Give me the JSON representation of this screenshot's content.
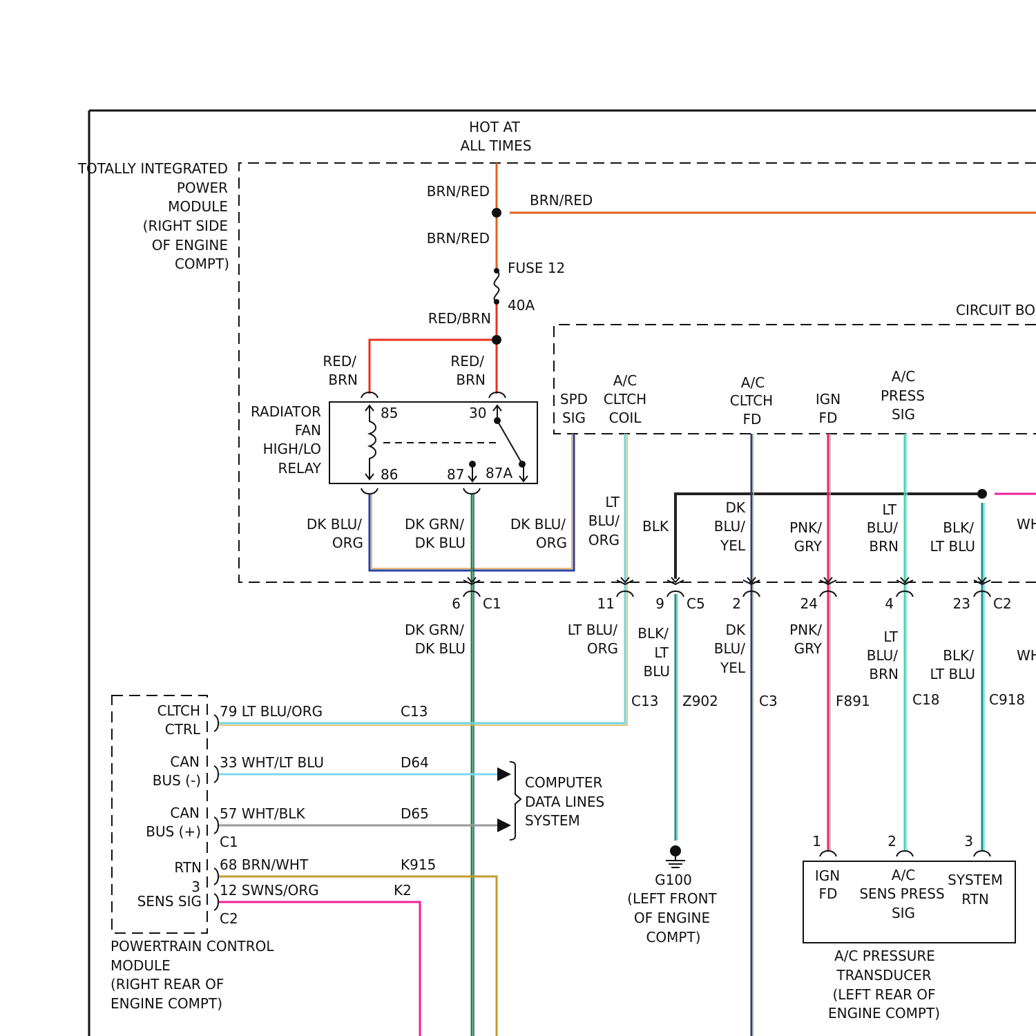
{
  "colors": {
    "frame": "#111111",
    "brn_red": "#e0601c",
    "red_brn": "#e8321e",
    "lt_blu_org": "#6fd6e0",
    "dk_blu_org": "#2b3f9e",
    "dk_grn_dk_blu": "#1f8a3c",
    "blk": "#222222",
    "dk_blu_yel": "#2a3d7a",
    "pnk_gry": "#e8206a",
    "lt_blu_brn": "#4ed0b6",
    "blk_lt_blu": "#1b8f8a",
    "wht_lt_blu": "#7fd8f0",
    "wht_blk": "#999999",
    "brn_wht": "#c49a2e",
    "pink": "#f0209a"
  },
  "labels": {
    "hot_line1": "HOT AT",
    "hot_line2": "ALL TIMES",
    "tipm": [
      "TOTALLY INTEGRATED",
      "POWER",
      "MODULE",
      "(RIGHT SIDE",
      "OF ENGINE",
      "COMPT)"
    ],
    "brn_red_top": "BRN/RED",
    "brn_red_right": "BRN/RED",
    "brn_red_mid": "BRN/RED",
    "fuse_name": "FUSE 12",
    "fuse_amp": "40A",
    "red_brn_mid": "RED/BRN",
    "circuit_box": "CIRCUIT BO",
    "relay_wire_left": [
      "RED/",
      "BRN"
    ],
    "relay_wire_right": [
      "RED/",
      "BRN"
    ],
    "relay_name": [
      "RADIATOR",
      "FAN",
      "HIGH/LO",
      "RELAY"
    ],
    "pin85": "85",
    "pin30": "30",
    "pin86": "86",
    "pin87": "87",
    "pin87a": "87A",
    "spd_sig": [
      "SPD",
      "SIG"
    ],
    "ac_clutch_coil": [
      "A/C",
      "CLTCH",
      "COIL"
    ],
    "ac_clutch_fd": [
      "A/C",
      "CLTCH",
      "FD"
    ],
    "ign_fd": [
      "IGN",
      "FD"
    ],
    "ac_press_sig": [
      "A/C",
      "PRESS",
      "SIG"
    ],
    "wire_dk_blu_org_l": [
      "DK BLU/",
      "ORG"
    ],
    "wire_dk_grn_dk_blu": [
      "DK GRN/",
      "DK BLU"
    ],
    "wire_dk_blu_org_r": [
      "DK BLU/",
      "ORG"
    ],
    "wire_lt_blu_org": [
      "LT",
      "BLU/",
      "ORG"
    ],
    "wire_blk": "BLK",
    "wire_dk_blu_yel": [
      "DK",
      "BLU/",
      "YEL"
    ],
    "wire_pnk_gry": [
      "PNK/",
      "GRY"
    ],
    "wire_lt_blu_brn": [
      "LT",
      "BLU/",
      "BRN"
    ],
    "wire_blk_lt_blu": [
      "BLK/",
      "LT BLU"
    ],
    "wire_wh_top": "WH",
    "c1_pin": "6",
    "c1": "C1",
    "p11": "11",
    "p9": "9",
    "c5": "C5",
    "p2": "2",
    "p24": "24",
    "p4": "4",
    "p23": "23",
    "c2": "C2",
    "low_dk_grn_dk_blu": [
      "DK GRN/",
      "DK BLU"
    ],
    "low_lt_blu_org": [
      "LT BLU/",
      "ORG"
    ],
    "low_blk_lt_blu": [
      "BLK/",
      "LT",
      "BLU"
    ],
    "low_dk_blu_yel": [
      "DK",
      "BLU/",
      "YEL"
    ],
    "low_pnk_gry": [
      "PNK/",
      "GRY"
    ],
    "low_lt_blu_brn": [
      "LT",
      "BLU/",
      "BRN"
    ],
    "low_blk_lt_blu_r": [
      "BLK/",
      "LT BLU"
    ],
    "wire_wh_low": "WH",
    "cid_c13": "C13",
    "cid_z902": "Z902",
    "cid_c3": "C3",
    "cid_f891": "F891",
    "cid_c18": "C18",
    "cid_c918": "C918",
    "pcm_clutch_ctrl": [
      "CLTCH",
      "CTRL"
    ],
    "pcm_row1": "79  LT BLU/ORG",
    "pcm_row1_c": "C13",
    "pcm_canm": [
      "CAN",
      "BUS (-)"
    ],
    "pcm_row2": "33  WHT/LT BLU",
    "pcm_row2_c": "D64",
    "pcm_canp": [
      "CAN",
      "BUS (+)"
    ],
    "pcm_row3": "57  WHT/BLK",
    "pcm_row3_c": "D65",
    "pcm_c1": "C1",
    "pcm_rtn": "RTN",
    "pcm_row4": "68  BRN/WHT",
    "pcm_row4_c": "K915",
    "pcm_pin3": "3",
    "pcm_sens_sig": "SENS SIG",
    "pcm_row5": "12 SWNS/ORG",
    "pcm_row5_c": "K2",
    "pcm_c2": "C2",
    "pcm_name": [
      "POWERTRAIN CONTROL",
      "MODULE",
      "(RIGHT REAR OF",
      "ENGINE COMPT)"
    ],
    "computer": [
      "COMPUTER",
      "DATA LINES",
      "SYSTEM"
    ],
    "ground_name": "G100",
    "ground_loc": [
      "(LEFT FRONT",
      "OF ENGINE",
      "COMPT)"
    ],
    "tr_pin1": "1",
    "tr_pin2": "2",
    "tr_pin3": "3",
    "tr_ign": [
      "IGN",
      "FD"
    ],
    "tr_ac": [
      "A/C",
      "SENS PRESS",
      "SIG"
    ],
    "tr_sys": [
      "SYSTEM",
      "RTN"
    ],
    "tr_name": [
      "A/C PRESSURE",
      "TRANSDUCER",
      "(LEFT REAR OF",
      "ENGINE COMPT)"
    ]
  }
}
